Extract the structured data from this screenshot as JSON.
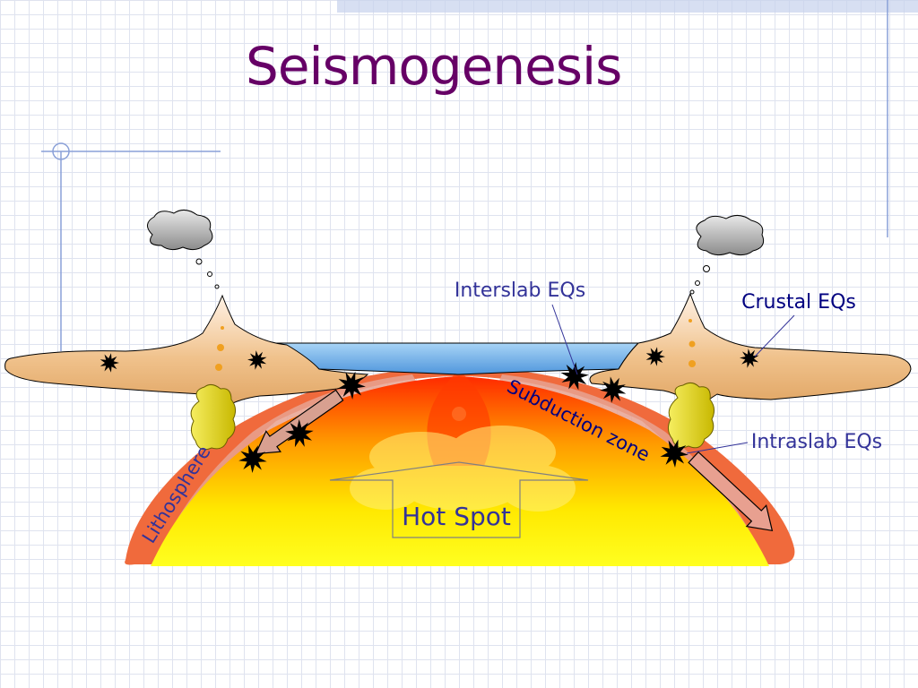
{
  "title": "Seismogenesis",
  "labels": {
    "interslab": "Interslab EQs",
    "crustal": "Crustal EQs",
    "intraslab": "Intraslab EQs",
    "subduction_zone": "Subduction zone",
    "lithosphere": "Lithosphere",
    "hot_spot": "Hot Spot"
  },
  "colors": {
    "title": "#660066",
    "label_blue": "#333399",
    "label_navy": "#000080",
    "crust": "#e6b27a",
    "ocean": "#6aaee6",
    "lithosphere": "#f06a3c",
    "mantle_hot": "#ff3a00",
    "mantle_cool": "#ffff00",
    "plume": "#d8c818"
  }
}
